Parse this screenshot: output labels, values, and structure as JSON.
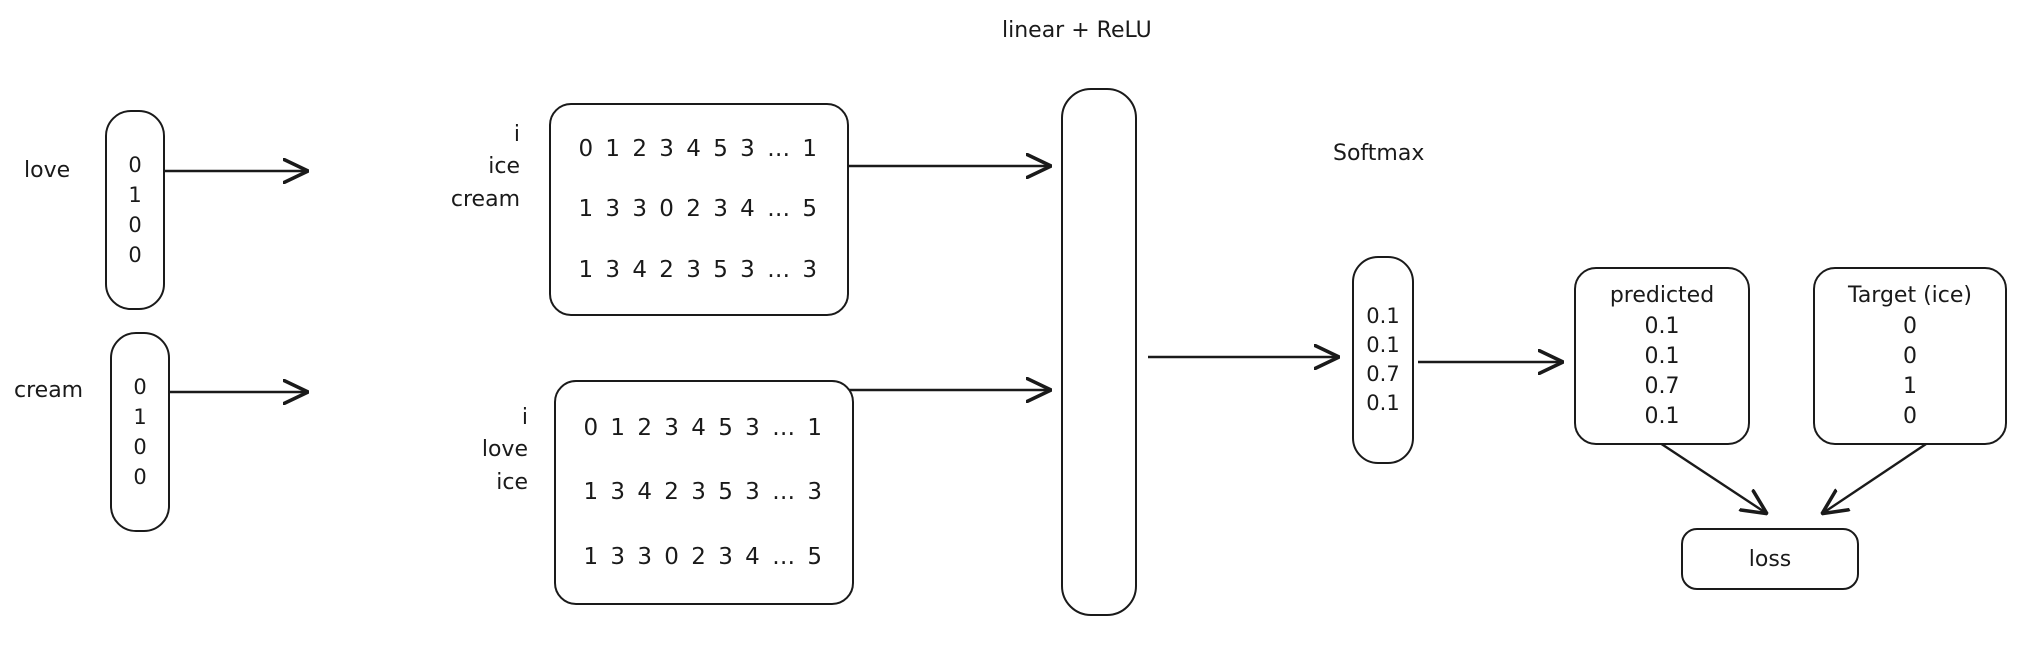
{
  "diagram": {
    "title_linear_relu": "linear + ReLU",
    "title_softmax": "Softmax",
    "inputs": [
      {
        "word": "love",
        "vector": [
          "0",
          "1",
          "0",
          "0"
        ]
      },
      {
        "word": "cream",
        "vector": [
          "0",
          "1",
          "0",
          "0"
        ]
      }
    ],
    "embedding_blocks": [
      {
        "labels": [
          "i",
          "ice",
          "cream"
        ],
        "rows": [
          "0 1 2 3 4 5 3 … 1",
          "1 3 3 0 2 3 4 … 5",
          "1 3 4 2 3 5 3 … 3"
        ]
      },
      {
        "labels": [
          "i",
          "love",
          "ice"
        ],
        "rows": [
          "0 1 2 3 4 5 3 … 1",
          "1 3 4 2 3 5 3 … 3",
          "1 3 3 0 2 3 4 … 5"
        ]
      }
    ],
    "softmax": {
      "values": [
        "0.1",
        "0.1",
        "0.7",
        "0.1"
      ]
    },
    "predicted": {
      "title": "predicted",
      "values": [
        "0.1",
        "0.1",
        "0.7",
        "0.1"
      ]
    },
    "target": {
      "title": "Target (ice)",
      "values": [
        "0",
        "0",
        "1",
        "0"
      ]
    },
    "loss": {
      "label": "loss"
    },
    "colors": {
      "stroke": "#1a1a1a",
      "background": "#ffffff",
      "text": "#1a1a1a"
    }
  },
  "chart_data": {
    "type": "diagram",
    "title": "Word embedding training diagram (linear + ReLU, Softmax, loss)",
    "nodes": [
      {
        "id": "input-love",
        "label": "love",
        "values": [
          "0",
          "1",
          "0",
          "0"
        ]
      },
      {
        "id": "input-cream",
        "label": "cream",
        "values": [
          "0",
          "1",
          "0",
          "0"
        ]
      },
      {
        "id": "embed-top",
        "labels": [
          "i",
          "ice",
          "cream"
        ],
        "rows": [
          "0 1 2 3 4 5 3 … 1",
          "1 3 3 0 2 3 4 … 5",
          "1 3 4 2 3 5 3 … 3"
        ]
      },
      {
        "id": "embed-bottom",
        "labels": [
          "i",
          "love",
          "ice"
        ],
        "rows": [
          "0 1 2 3 4 5 3 … 1",
          "1 3 4 2 3 5 3 … 3",
          "1 3 3 0 2 3 4 … 5"
        ]
      },
      {
        "id": "linear-relu",
        "label": "linear + ReLU"
      },
      {
        "id": "softmax",
        "label": "Softmax",
        "values": [
          "0.1",
          "0.1",
          "0.7",
          "0.1"
        ]
      },
      {
        "id": "predicted",
        "label": "predicted",
        "values": [
          "0.1",
          "0.1",
          "0.7",
          "0.1"
        ]
      },
      {
        "id": "target",
        "label": "Target (ice)",
        "values": [
          "0",
          "0",
          "1",
          "0"
        ]
      },
      {
        "id": "loss",
        "label": "loss"
      }
    ],
    "edges": [
      {
        "from": "input-love",
        "to": "embed-top"
      },
      {
        "from": "input-cream",
        "to": "embed-bottom"
      },
      {
        "from": "embed-top",
        "to": "linear-relu"
      },
      {
        "from": "embed-bottom",
        "to": "linear-relu"
      },
      {
        "from": "linear-relu",
        "to": "softmax"
      },
      {
        "from": "softmax",
        "to": "predicted"
      },
      {
        "from": "predicted",
        "to": "loss"
      },
      {
        "from": "target",
        "to": "loss"
      }
    ]
  }
}
